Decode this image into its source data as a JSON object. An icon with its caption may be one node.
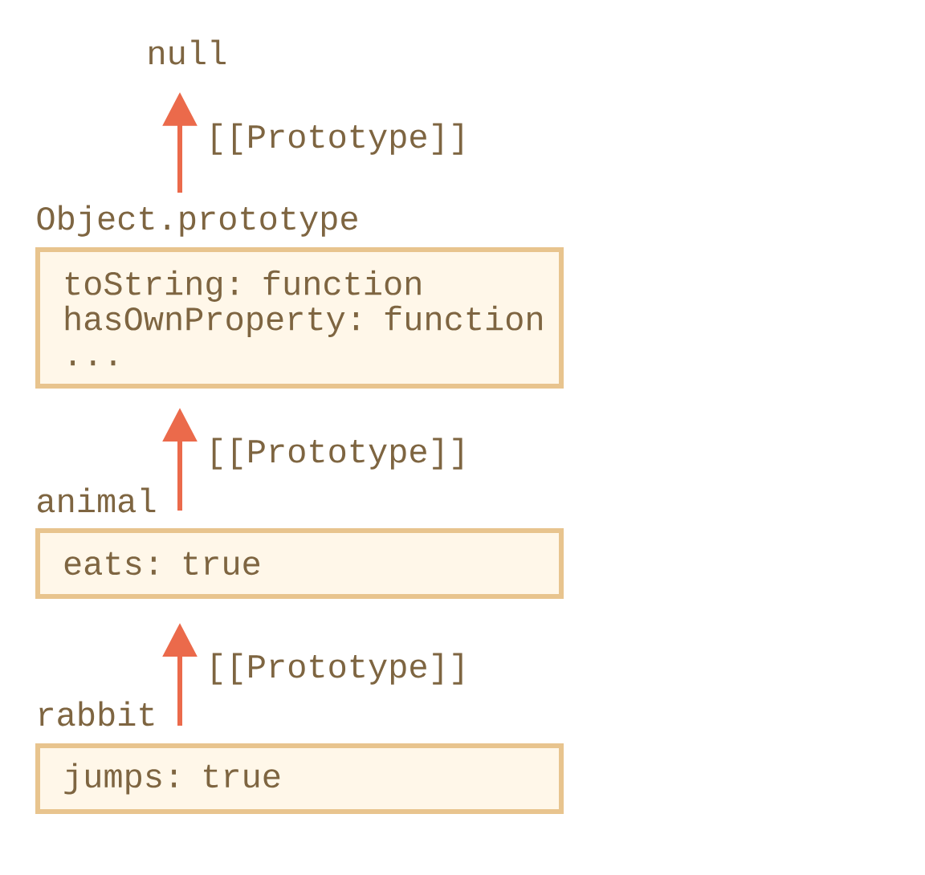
{
  "diagram": {
    "nodes": [
      {
        "text": [
          "null"
        ]
      },
      {
        "text": [
          "Object.prototype",
          "toString: function",
          "hasOwnProperty: function",
          "..."
        ]
      },
      {
        "text": [
          "animal",
          "eats: true"
        ]
      },
      {
        "text": [
          "rabbit",
          "jumps: true"
        ]
      }
    ],
    "edges": [
      {
        "from": 1,
        "to": 0,
        "arrow": "to",
        "label": "[[Prototype]]"
      },
      {
        "from": 2,
        "to": 1,
        "arrow": "to",
        "label": "[[Prototype]]"
      },
      {
        "from": 3,
        "to": 2,
        "arrow": "to",
        "label": "[[Prototype]]"
      }
    ]
  }
}
